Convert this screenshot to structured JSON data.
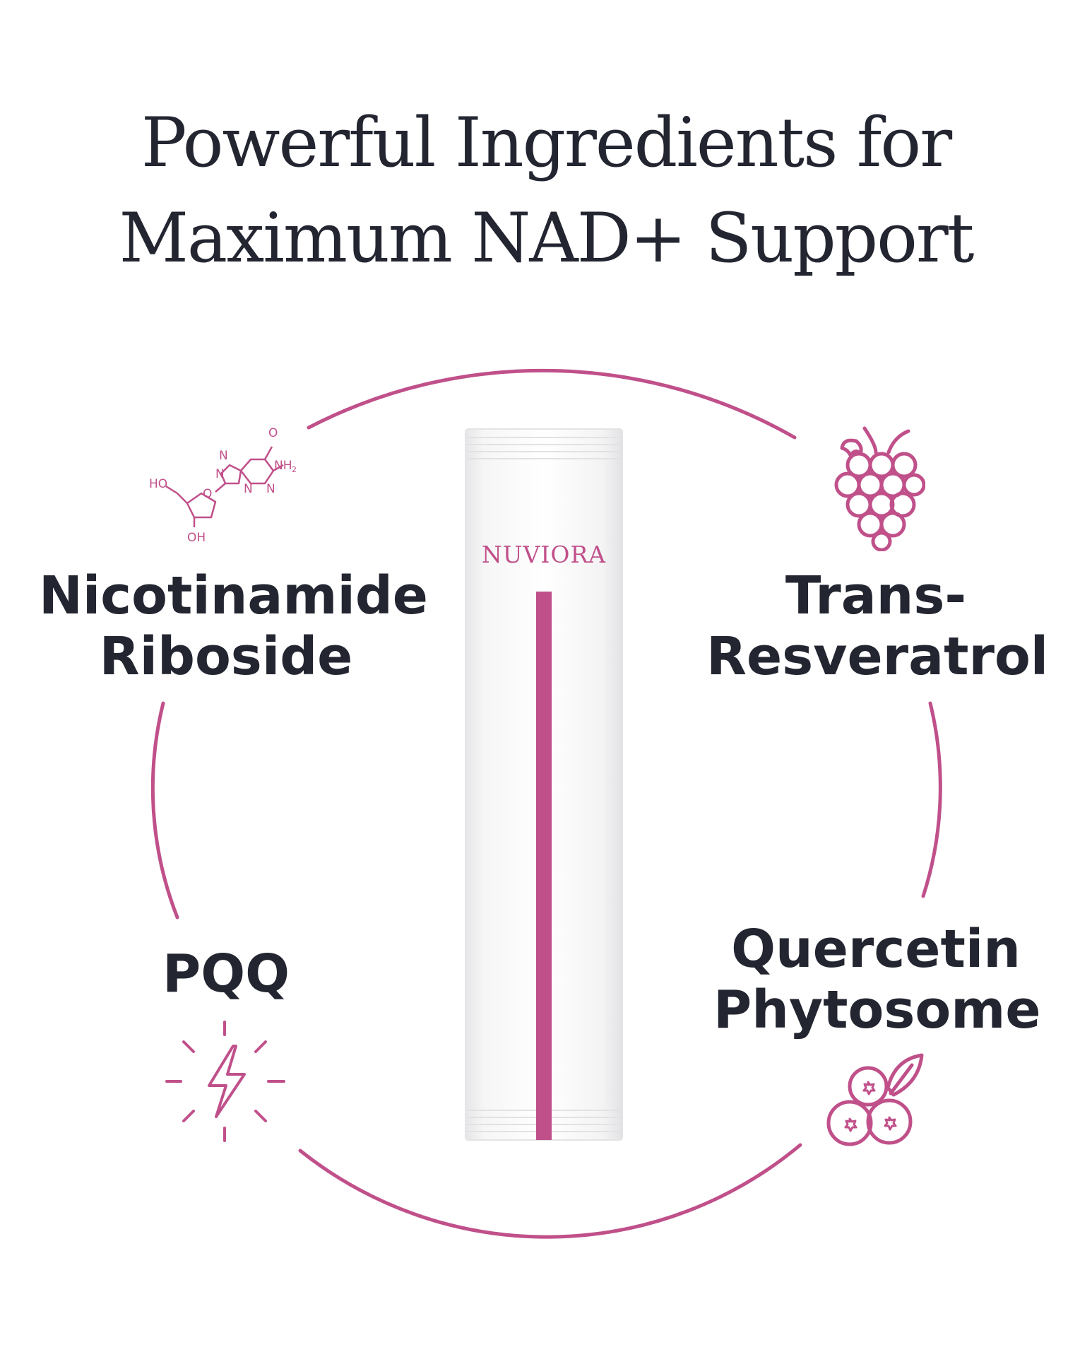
{
  "headline": {
    "line1": "Powerful Ingredients for",
    "line2": "Maximum NAD+ Support"
  },
  "product": {
    "brand": "NUVIORA"
  },
  "ingredients": [
    {
      "line1": "Nicotinamide",
      "line2": "Riboside",
      "icon": "molecule-icon"
    },
    {
      "line1": "Trans-",
      "line2": "Resveratrol",
      "icon": "grapes-icon"
    },
    {
      "line1": "PQQ",
      "icon": "lightning-icon"
    },
    {
      "line1": "Quercetin",
      "line2": "Phytosome",
      "icon": "berries-icon"
    }
  ],
  "molecule_labels": {
    "ho": "HO",
    "oh": "OH",
    "o_top": "O",
    "o_ring": "O",
    "n1": "N",
    "n2": "N",
    "n3": "N",
    "n4": "N",
    "nh": "NH",
    "sub2": "2"
  },
  "colors": {
    "accent": "#C0508A",
    "text": "#232631",
    "background": "#FFFFFF"
  }
}
